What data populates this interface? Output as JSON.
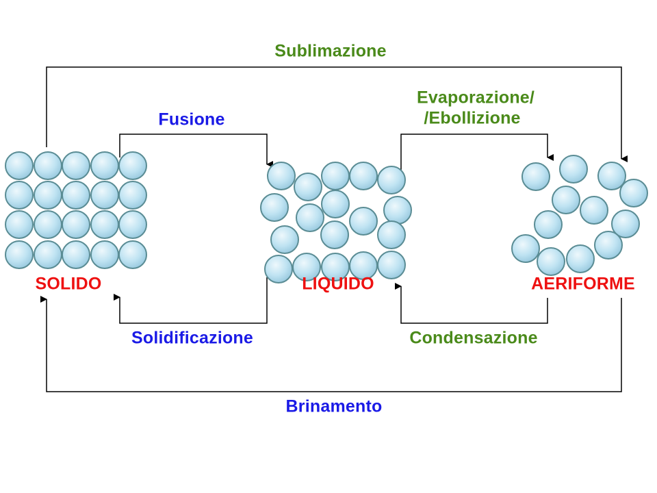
{
  "colors": {
    "process_blue": "#1a1ae6",
    "process_green": "#4a8a1a",
    "state_red": "#ee1111",
    "particle_fill": "#bfe3f2",
    "particle_edge": "#5a8c94"
  },
  "states": {
    "solid": "SOLIDO",
    "liquid": "LIQUIDO",
    "gas": "AERIFORME"
  },
  "processes": {
    "sublimation": "Sublimazione",
    "fusion": "Fusione",
    "evaporation_line1": "Evaporazione/",
    "evaporation_line2": "/Ebollizione",
    "solidification": "Solidificazione",
    "condensation": "Condensazione",
    "deposition": "Brinamento"
  }
}
